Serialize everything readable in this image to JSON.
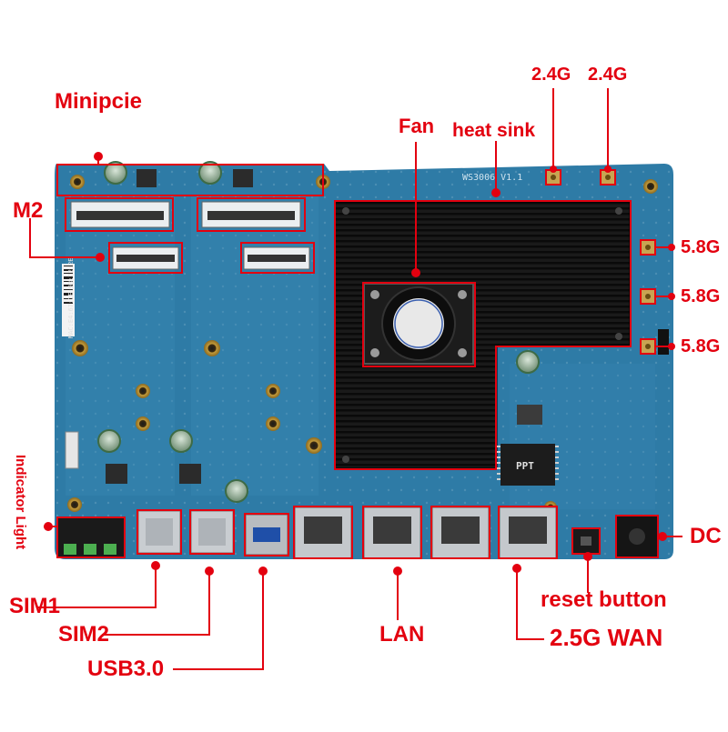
{
  "labels": {
    "minipcie": "Minipcie",
    "m2": "M2",
    "fan": "Fan",
    "heat_sink": "heat sink",
    "ant_24g_1": "2.4G",
    "ant_24g_2": "2.4G",
    "ant_58g_1": "5.8G",
    "ant_58g_2": "5.8G",
    "ant_58g_3": "5.8G",
    "indicator_light": "Indicator Light",
    "sim1": "SIM1",
    "sim2": "SIM2",
    "usb30": "USB3.0",
    "lan": "LAN",
    "wan": "2.5G WAN",
    "reset_button": "reset button",
    "dc": "DC"
  },
  "silkscreen": {
    "board_model": "WS3006 V1.1",
    "mac_sticker": "MAC:E4:67:1E:93:22:2E",
    "chip_marking": "PPT"
  },
  "colors": {
    "annotation_red": "#e3000f",
    "pcb_blue": "#2e7ba6",
    "heatsink_black": "#161616"
  }
}
